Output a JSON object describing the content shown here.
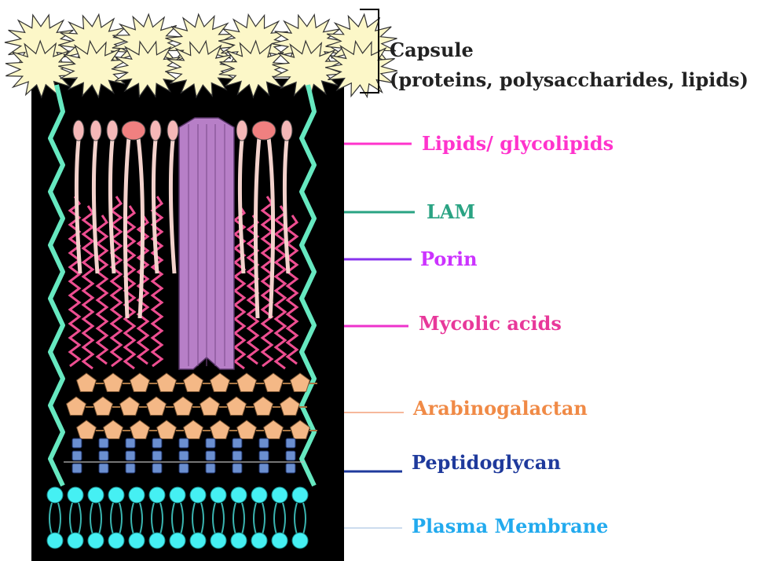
{
  "capsule": {
    "title": "Capsule",
    "subtitle": "(proteins, polysaccharides, lipids)"
  },
  "labels": [
    {
      "id": "lipids",
      "text": "Lipids/ glycolipids",
      "color": "#ff33cc"
    },
    {
      "id": "lam",
      "text": "LAM",
      "color": "#2aa383"
    },
    {
      "id": "porin",
      "text": "Porin",
      "color": "#cc33ff"
    },
    {
      "id": "mycolic",
      "text": "Mycolic acids",
      "color": "#e8389a"
    },
    {
      "id": "arabinogalactan",
      "text": "Arabinogalactan",
      "color": "#f08a46"
    },
    {
      "id": "peptidoglycan",
      "text": "Peptidoglycan",
      "color": "#1f3a9c"
    },
    {
      "id": "plasma",
      "text": "Plasma Membrane",
      "color": "#22aaee"
    }
  ],
  "colors": {
    "background": "#000000",
    "capsule_fill": "#fcf7c8",
    "lam": "#66e8c0",
    "lipid_head": "#f5b8b8",
    "glycolipid_head": "#f08080",
    "lipid_tail": "#f3d2cc",
    "mycolic": "#ee4e91",
    "porin": "#b77fc7",
    "sugar": "#f4b886",
    "peptidoglycan": "#6b8fd0",
    "membrane_head": "#45f0f3",
    "membrane_tail": "#3ab5b0"
  }
}
